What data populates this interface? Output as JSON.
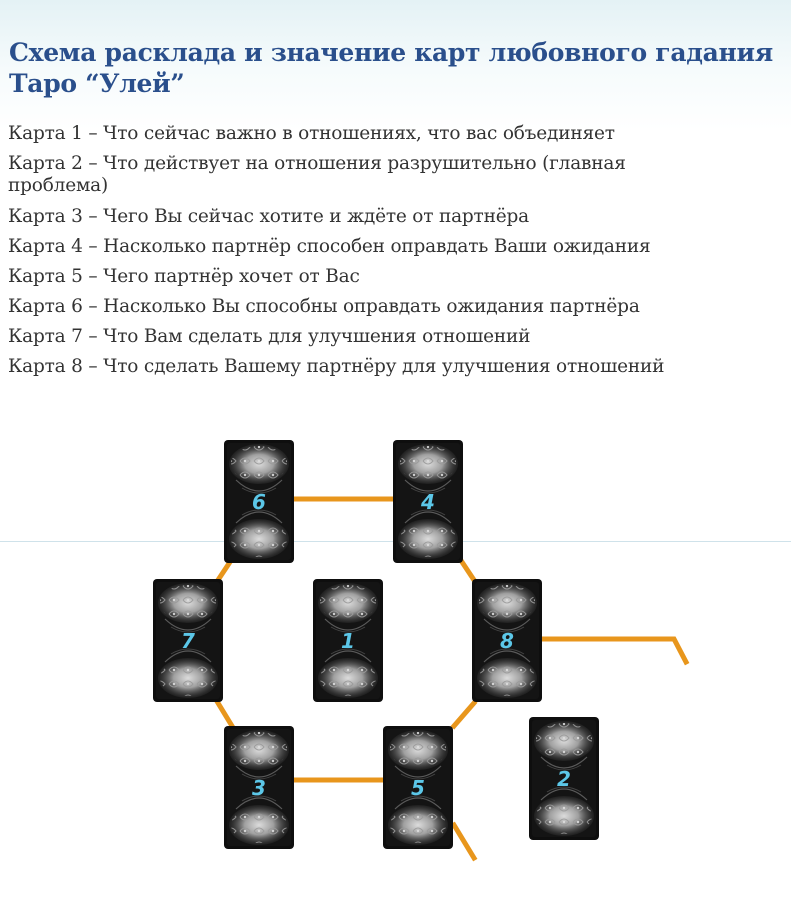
{
  "title": "Схема расклада и значение карт любовного гадания Таро “Улей”",
  "cards": [
    {
      "label": "Карта 1",
      "meaning": "Что сейчас важно в отношениях, что вас объединяет"
    },
    {
      "label": "Карта 2",
      "meaning_line1": "Что действует на отношения разрушительно (главная",
      "meaning_line2": "проблема)"
    },
    {
      "label": "Карта 3",
      "meaning": "Чего Вы сейчас хотите и ждёте от партнёра"
    },
    {
      "label": "Карта 4",
      "meaning": "Насколько партнёр способен оправдать Ваши ожидания"
    },
    {
      "label": "Карта 5",
      "meaning": "Чего партнёр хочет от Вас"
    },
    {
      "label": "Карта 6",
      "meaning": "Насколько Вы способны оправдать ожидания партнёра"
    },
    {
      "label": "Карта 7",
      "meaning": "Что Вам сделать для улучшения отношений"
    },
    {
      "label": "Карта 8",
      "meaning": "Что сделать Вашему партнёру для улучшения отношений"
    }
  ],
  "separator": "–",
  "spread": {
    "card_numbers": [
      "6",
      "4",
      "7",
      "1",
      "8",
      "3",
      "5",
      "2"
    ],
    "connector_color": "#e8961c",
    "card_color": "#111111",
    "number_color": "#5cc7e8"
  }
}
